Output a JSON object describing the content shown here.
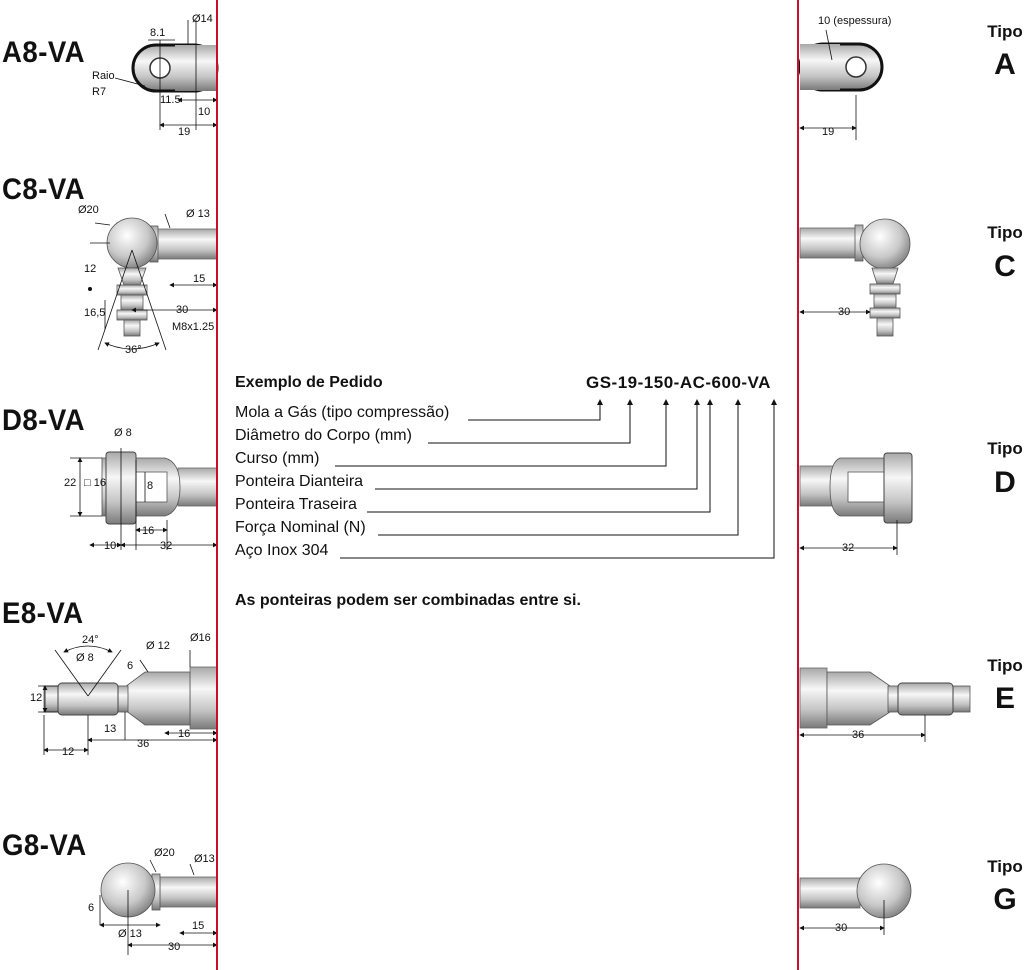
{
  "colors": {
    "divider": "#c8102e",
    "metal_light": "#f2f2f2",
    "metal_dark": "#8a8a8a"
  },
  "order_example": {
    "title": "Exemplo de Pedido",
    "code": "GS-19-150-AC-600-VA",
    "items": [
      "Mola a Gás (tipo compressão)",
      "Diâmetro do Corpo (mm)",
      "Curso (mm)",
      "Ponteira Dianteira",
      "Ponteira Traseira",
      "Força Nominal (N)",
      "Aço Inox 304"
    ],
    "note": "As ponteiras podem ser combinadas entre si."
  },
  "tipo_word": "Tipo",
  "models": [
    {
      "name": "A8-VA",
      "tipo": "A",
      "dims": {
        "d1": "8.1",
        "d2": "Ø14",
        "d3": "Raio",
        "d4": "R7",
        "d5": "11.5",
        "d6": "10",
        "d7": "19"
      },
      "right_dims": {
        "r1": "10 (espessura)",
        "r2": "19"
      }
    },
    {
      "name": "C8-VA",
      "tipo": "C",
      "dims": {
        "d1": "Ø20",
        "d2": "Ø 13",
        "d3": "12",
        "d4": "15",
        "d5": "16,5",
        "d6": "30",
        "d7": "M8x1.25",
        "d8": "36°"
      },
      "right_dims": {
        "r1": "30"
      }
    },
    {
      "name": "D8-VA",
      "tipo": "D",
      "dims": {
        "d1": "Ø 8",
        "d2": "22",
        "d3": "□ 16",
        "d4": "8",
        "d5": "16",
        "d6": "10",
        "d7": "32"
      },
      "right_dims": {
        "r1": "32"
      }
    },
    {
      "name": "E8-VA",
      "tipo": "E",
      "dims": {
        "d1": "24°",
        "d2": "Ø 8",
        "d3": "Ø 12",
        "d4": "Ø16",
        "d5": "6",
        "d6": "12",
        "d7": "13",
        "d8": "36",
        "d9": "16",
        "d10": "12"
      },
      "right_dims": {
        "r1": "36"
      }
    },
    {
      "name": "G8-VA",
      "tipo": "G",
      "dims": {
        "d1": "Ø20",
        "d2": "Ø13",
        "d3": "6",
        "d4": "Ø 13",
        "d5": "15",
        "d6": "30"
      },
      "right_dims": {
        "r1": "30"
      }
    }
  ]
}
